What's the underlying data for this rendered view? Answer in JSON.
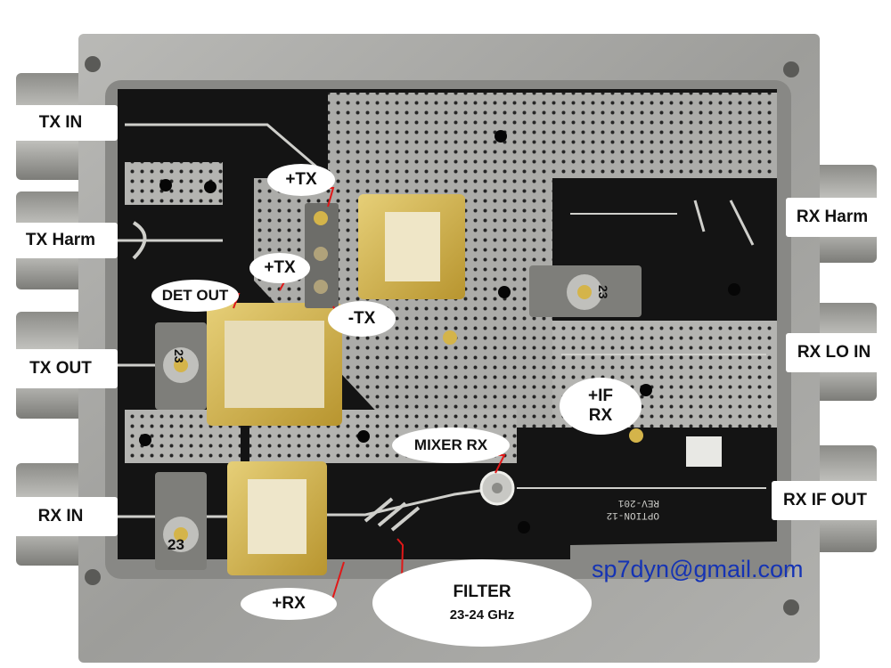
{
  "labels": {
    "tx_in": "TX IN",
    "tx_harm": "TX Harm",
    "tx_out": "TX OUT",
    "rx_in": "RX IN",
    "rx_harm": "RX Harm",
    "rx_lo_in": "RX LO IN",
    "rx_if_out": "RX IF OUT",
    "plus_tx_top": "+TX",
    "plus_tx_mid": "+TX",
    "det_out": "DET OUT",
    "minus_tx": "-TX",
    "plus_if": "+IF",
    "if_rx": "RX",
    "mixer_rx": "MIXER RX",
    "plus_rx": "+RX",
    "filter": "FILTER",
    "filter_band": "23-24 GHz"
  },
  "board_text": {
    "connector_mark_1": "23",
    "connector_mark_2": "23",
    "connector_mark_3": "23",
    "option": "OPTION-12",
    "rev": "REV-201"
  },
  "email": "sp7dyn@gmail.com",
  "colors": {
    "label_bg": "#ffffff",
    "label_text": "#111111",
    "pointer_line": "#e01818",
    "email": "#1533b4",
    "pcb_black": "#141414",
    "metal": "#a9a9a6",
    "gold": "#d4b44a"
  }
}
